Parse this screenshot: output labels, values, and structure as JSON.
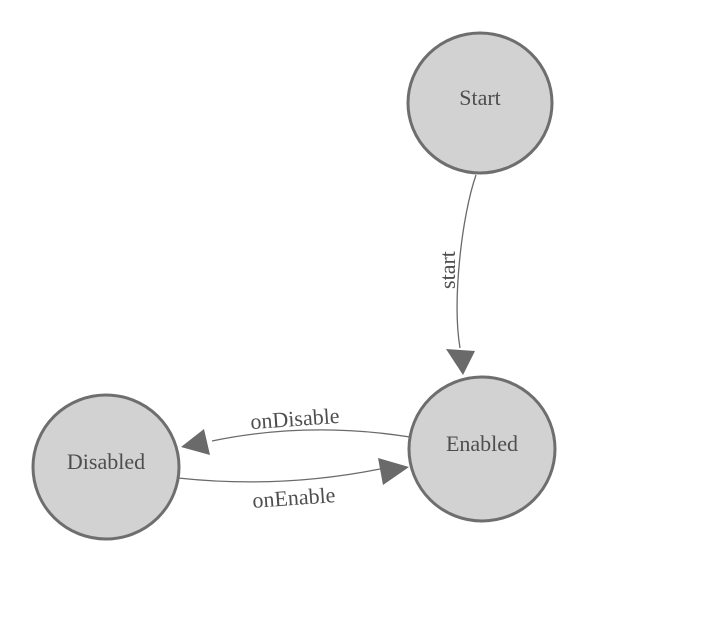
{
  "diagram": {
    "type": "state-machine",
    "background": "#ffffff",
    "colors": {
      "node_fill": "#d2d2d2",
      "node_stroke": "#6e6e6e",
      "edge_stroke": "#6a6a6a",
      "arrow_fill": "#6a6a6a",
      "text": "#4e4e4e"
    },
    "nodes": [
      {
        "id": "start",
        "label": "Start"
      },
      {
        "id": "enabled",
        "label": "Enabled"
      },
      {
        "id": "disabled",
        "label": "Disabled"
      }
    ],
    "edges": [
      {
        "from": "Start",
        "to": "Enabled",
        "label": "start"
      },
      {
        "from": "Enabled",
        "to": "Disabled",
        "label": "onDisable"
      },
      {
        "from": "Disabled",
        "to": "Enabled",
        "label": "onEnable"
      }
    ]
  }
}
